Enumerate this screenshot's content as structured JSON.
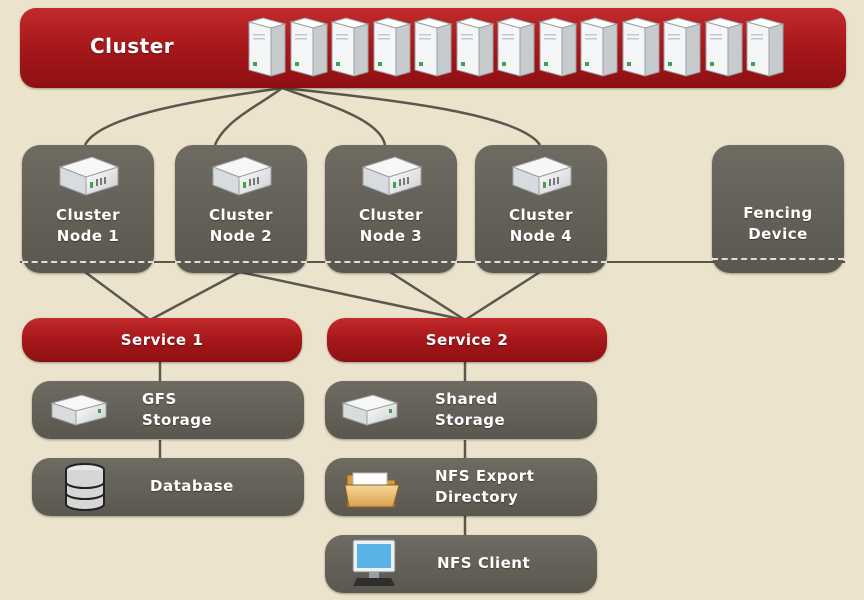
{
  "cluster": {
    "label": "Cluster",
    "server_count": 13
  },
  "nodes": [
    {
      "line1": "Cluster",
      "line2": "Node 1"
    },
    {
      "line1": "Cluster",
      "line2": "Node 2"
    },
    {
      "line1": "Cluster",
      "line2": "Node 3"
    },
    {
      "line1": "Cluster",
      "line2": "Node 4"
    }
  ],
  "fencing": {
    "line1": "Fencing",
    "line2": "Device"
  },
  "service1": {
    "label": "Service 1",
    "items": [
      {
        "line1": "GFS",
        "line2": "Storage",
        "icon": "storage-drive-icon"
      },
      {
        "line1": "Database",
        "line2": "",
        "icon": "database-icon"
      }
    ]
  },
  "service2": {
    "label": "Service 2",
    "items": [
      {
        "line1": "Shared",
        "line2": "Storage",
        "icon": "storage-drive-icon"
      },
      {
        "line1": "NFS Export",
        "line2": "Directory",
        "icon": "folder-icon"
      },
      {
        "line1": "NFS Client",
        "line2": "",
        "icon": "monitor-icon"
      }
    ]
  },
  "colors": {
    "background": "#ece3cc",
    "red": "#a31619",
    "gray": "#5f5c54",
    "wire": "#5a574f"
  }
}
